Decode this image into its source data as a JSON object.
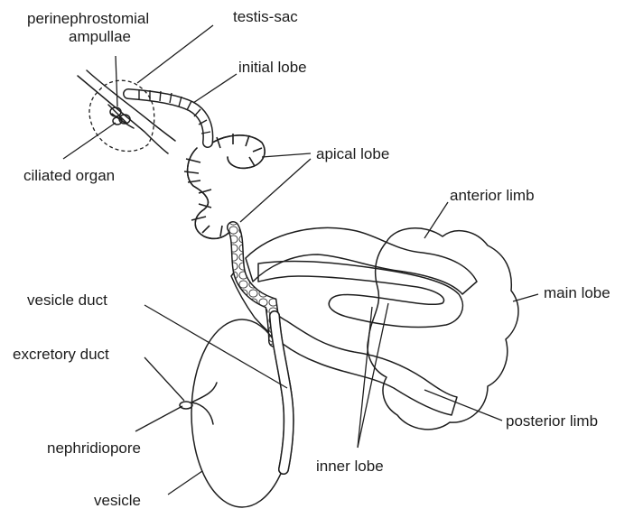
{
  "labels": {
    "perinephrostomial_ampullae_line1": "perinephrostomial",
    "perinephrostomial_ampullae_line2": "ampullae",
    "testis_sac": "testis-sac",
    "initial_lobe": "initial lobe",
    "apical_lobe": "apical lobe",
    "ciliated_organ": "ciliated organ",
    "anterior_limb": "anterior limb",
    "main_lobe": "main lobe",
    "vesicle_duct": "vesicle duct",
    "excretory_duct": "excretory duct",
    "nephridiopore": "nephridiopore",
    "posterior_limb": "posterior limb",
    "inner_lobe": "inner lobe",
    "vesicle": "vesicle"
  }
}
